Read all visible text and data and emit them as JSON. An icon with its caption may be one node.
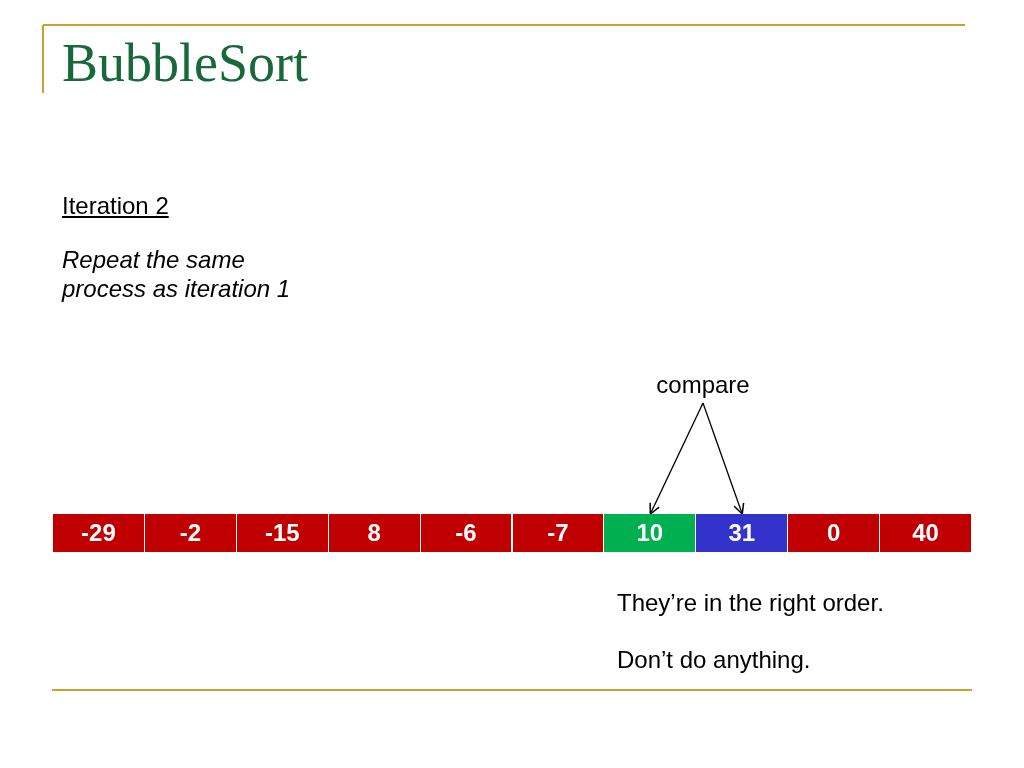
{
  "diagram": {
    "title": "BubbleSort",
    "nodes": [
      {
        "text": [
          "compare"
        ]
      },
      {
        "text": [
          "-29"
        ]
      },
      {
        "text": [
          "-2"
        ]
      },
      {
        "text": [
          "-15"
        ]
      },
      {
        "text": [
          "8"
        ]
      },
      {
        "text": [
          "-6"
        ]
      },
      {
        "text": [
          "-7"
        ]
      },
      {
        "text": [
          "10"
        ]
      },
      {
        "text": [
          "31"
        ]
      },
      {
        "text": [
          "0"
        ]
      },
      {
        "text": [
          "40"
        ]
      }
    ],
    "edges": [
      {
        "from": 0,
        "to": 7,
        "arrow": "to"
      },
      {
        "from": 0,
        "to": 8,
        "arrow": "to"
      }
    ],
    "labels": [
      "Iteration 2",
      "Repeat the same process as iteration 1",
      "They’re in the right order.",
      "Don’t do anything."
    ]
  }
}
